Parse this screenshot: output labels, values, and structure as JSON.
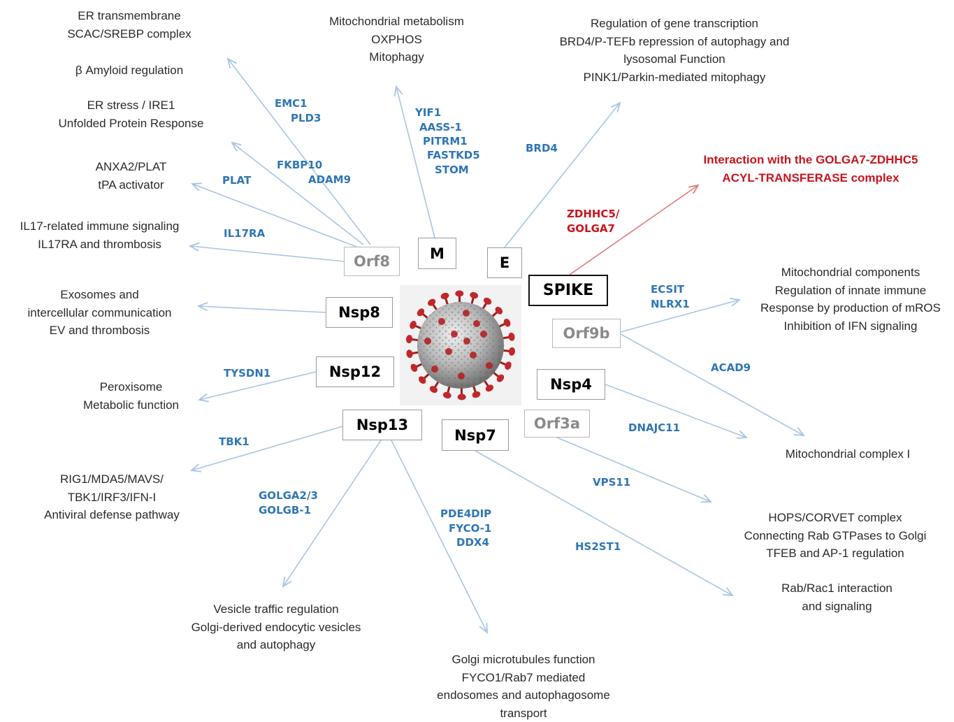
{
  "proteins": {
    "orf8": "Orf8",
    "m": "M",
    "e": "E",
    "spike": "SPIKE",
    "nsp8": "Nsp8",
    "nsp12": "Nsp12",
    "nsp13": "Nsp13",
    "nsp7": "Nsp7",
    "nsp4": "Nsp4",
    "orf9b": "Orf9b",
    "orf3a": "Orf3a"
  },
  "genes": {
    "emc1": "EMC1",
    "pld3": "PLD3",
    "fkbp10": "FKBP10",
    "adam9": "ADAM9",
    "plat": "PLAT",
    "il17ra": "IL17RA",
    "yif1": "YIF1",
    "aass1": "AASS-1",
    "pitrm1": "PITRM1",
    "fastkd5": "FASTKD5",
    "stom": "STOM",
    "brd4": "BRD4",
    "zdhhc5": "ZDHHC5/",
    "golga7": "GOLGA7",
    "ecsit": "ECSIT",
    "nlrx1": "NLRX1",
    "acad9": "ACAD9",
    "dnajc11": "DNAJC11",
    "vps11": "VPS11",
    "hs2st1": "HS2ST1",
    "pde4dip": "PDE4DIP",
    "fyco1": "FYCO-1",
    "ddx4": "DDX4",
    "golga23": "GOLGA2/3",
    "golgb1": "GOLGB-1",
    "tbk1": "TBK1",
    "tysdn1": "TYSDN1"
  },
  "functions": {
    "er_transmembrane": [
      "ER transmembrane",
      "SCAC/SREBP complex"
    ],
    "amyloid": [
      "β   Amyloid regulation"
    ],
    "er_stress": [
      "ER stress / IRE1",
      "Unfolded Protein Response"
    ],
    "anxa2": [
      "ANXA2/PLAT",
      "tPA activator"
    ],
    "il17": [
      "IL17-related immune signaling",
      "IL17RA  and thrombosis"
    ],
    "exosomes": [
      "Exosomes and",
      "intercellular communication",
      "EV and thrombosis"
    ],
    "peroxisome": [
      "Peroxisome",
      "Metabolic function"
    ],
    "rig1": [
      "RIG1/MDA5/MAVS/",
      "TBK1/IRF3/IFN-I",
      "Antiviral defense pathway"
    ],
    "vesicle": [
      "Vesicle traffic regulation",
      "Golgi-derived endocytic vesicles",
      "and autophagy"
    ],
    "golgi_mt": [
      "Golgi microtubules function",
      "FYCO1/Rab7 mediated",
      "endosomes and autophagosome",
      "transport"
    ],
    "mito_metab": [
      "Mitochondrial metabolism",
      "OXPHOS",
      "Mitophagy"
    ],
    "gene_tx": [
      "Regulation of gene transcription",
      "BRD4/P-TEFb repression of autophagy and",
      "lysosomal Function",
      "PINK1/Parkin-mediated mitophagy"
    ],
    "golga7_complex": [
      "Interaction with the GOLGA7-ZDHHC5",
      "ACYL-TRANSFERASE   complex"
    ],
    "mito_comp": [
      "Mitochondrial components",
      "Regulation of innate immune",
      "Response by production of mROS",
      "Inhibition of IFN signaling"
    ],
    "complex1": [
      "Mitochondrial complex I"
    ],
    "hops": [
      "HOPS/CORVET complex",
      "Connecting Rab GTPases to Golgi",
      "TFEB and AP-1 regulation"
    ],
    "rab": [
      "Rab/Rac1  interaction",
      "and signaling"
    ]
  },
  "colors": {
    "arrow_blue": "#a9c4e4",
    "arrow_red": "#e07a7a",
    "gene_blue": "#2e75b6",
    "red": "#c8141e"
  }
}
